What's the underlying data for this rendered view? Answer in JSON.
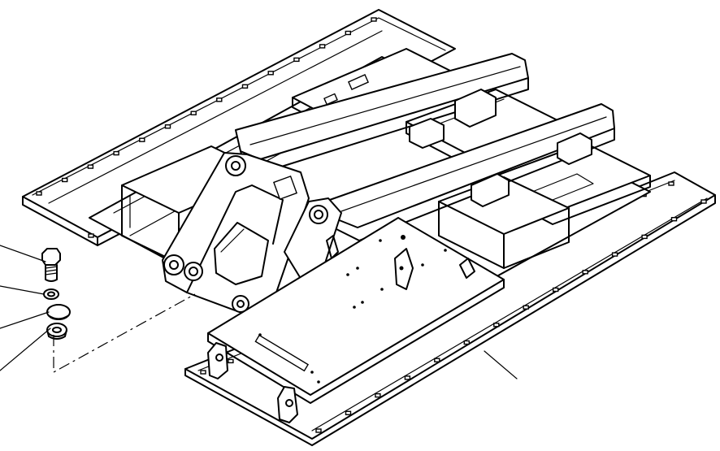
{
  "figure": {
    "kind": "exploded isometric parts drawing",
    "style": "black line art on white",
    "colors": {
      "line": "#000000",
      "background": "#ffffff"
    },
    "text_labels": []
  },
  "assemblies": [
    {
      "name": "upper-revolving-frame"
    },
    {
      "name": "boom-mount-bracket"
    },
    {
      "name": "right-deck-plate"
    }
  ],
  "exploded_parts": [
    {
      "name": "bolt"
    },
    {
      "name": "lock-washer"
    },
    {
      "name": "flat-washer"
    },
    {
      "name": "spacer"
    }
  ],
  "leader_lines": 5
}
